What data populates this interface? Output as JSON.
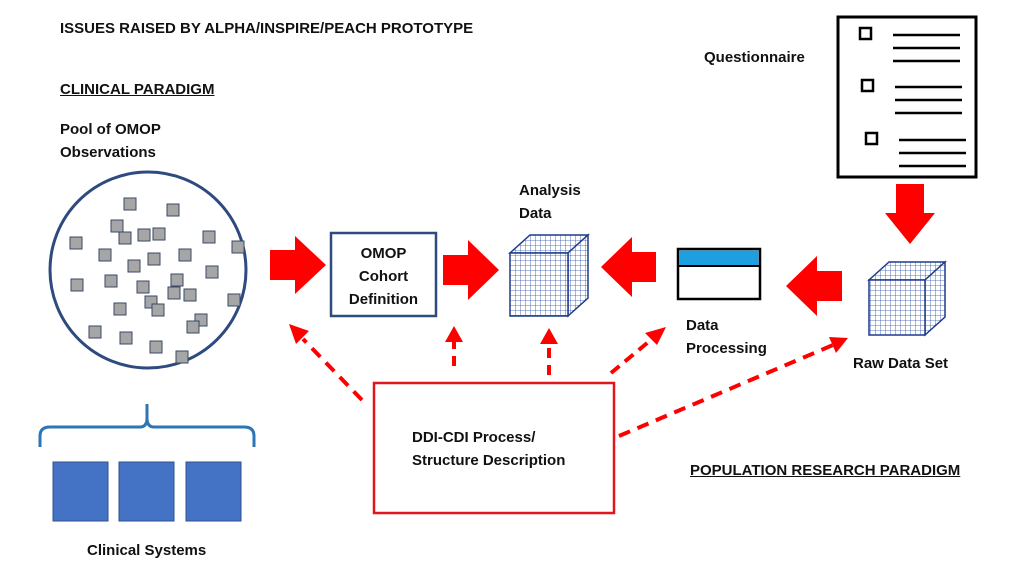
{
  "title": "ISSUES RAISED BY ALPHA/INSPIRE/PEACH PROTOTYPE",
  "clinical_paradigm": "CLINICAL PARADIGM",
  "population_paradigm": "POPULATION RESEARCH PARADIGM",
  "pool": [
    "Pool of OMOP",
    "Observations"
  ],
  "omop_cohort": [
    "OMOP",
    "Cohort",
    "Definition"
  ],
  "analysis_data": [
    "Analysis",
    "Data"
  ],
  "data_processing": [
    "Data",
    "Processing"
  ],
  "raw_data_set": "Raw Data Set",
  "questionnaire": "Questionnaire",
  "ddi_cdi": [
    "DDI-CDI Process/",
    "Structure Description"
  ],
  "clinical_systems": "Clinical Systems",
  "colors": {
    "arrow_red": "#ff0000",
    "ddi_border": "#e0161e",
    "navy": "#2e4a7f",
    "system_blue": "#4472c4",
    "square_gray": "#a6a6a6",
    "bracket_blue": "#2e75b6",
    "cube_blue": "#1f3c8c",
    "processing_bar": "#1ea0e0"
  }
}
